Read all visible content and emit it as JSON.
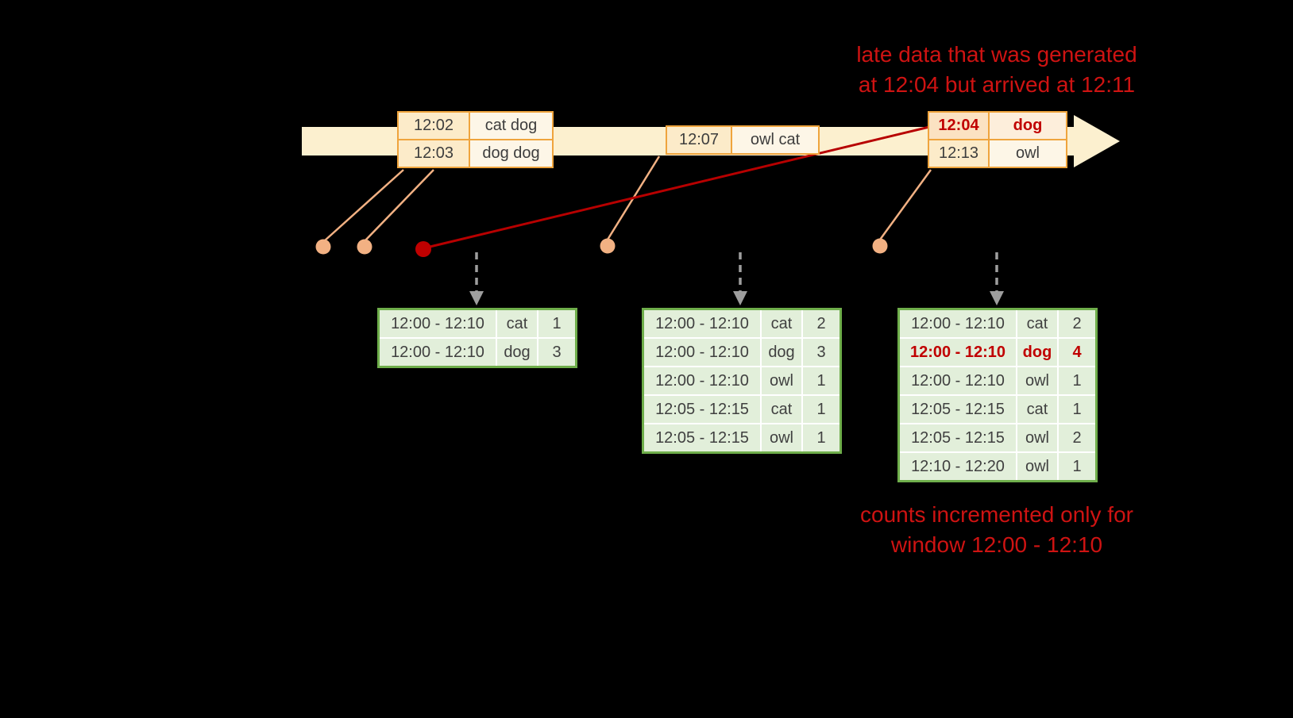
{
  "colors": {
    "background": "#000000",
    "timeline_fill": "#fcf0cf",
    "event_border": "#efa43d",
    "event_time_bg": "#fcebc9",
    "event_word_bg": "#fdf6e7",
    "event_dot": "#f2b183",
    "late_red": "#c00000",
    "annotation_red": "#ce1312",
    "result_border": "#6fae4b",
    "result_cell_bg": "#e2efda",
    "result_text": "#404040",
    "trigger_arrow_gray": "#9e9e9e"
  },
  "annotations": {
    "late_note": {
      "line1": "late data that was generated",
      "line2": "at 12:04 but arrived at 12:11"
    },
    "counts_note": {
      "line1": "counts incremented only for",
      "line2": "window 12:00 - 12:10"
    }
  },
  "event_boxes": {
    "box1": {
      "rows": [
        {
          "time": "12:02",
          "words": "cat dog"
        },
        {
          "time": "12:03",
          "words": "dog dog"
        }
      ]
    },
    "box2": {
      "rows": [
        {
          "time": "12:07",
          "words": "owl cat"
        }
      ]
    },
    "box3": {
      "rows": [
        {
          "time": "12:04",
          "words": "dog"
        },
        {
          "time": "12:13",
          "words": "owl"
        }
      ]
    }
  },
  "result_tables": [
    {
      "rows": [
        {
          "window": "12:00 - 12:10",
          "word": "cat",
          "count": "1"
        },
        {
          "window": "12:00 - 12:10",
          "word": "dog",
          "count": "3"
        }
      ]
    },
    {
      "rows": [
        {
          "window": "12:00 - 12:10",
          "word": "cat",
          "count": "2"
        },
        {
          "window": "12:00 - 12:10",
          "word": "dog",
          "count": "3"
        },
        {
          "window": "12:00 - 12:10",
          "word": "owl",
          "count": "1"
        },
        {
          "window": "12:05 - 12:15",
          "word": "cat",
          "count": "1"
        },
        {
          "window": "12:05 - 12:15",
          "word": "owl",
          "count": "1"
        }
      ]
    },
    {
      "rows": [
        {
          "window": "12:00 - 12:10",
          "word": "cat",
          "count": "2"
        },
        {
          "window": "12:00 - 12:10",
          "word": "dog",
          "count": "4"
        },
        {
          "window": "12:00 - 12:10",
          "word": "owl",
          "count": "1"
        },
        {
          "window": "12:05 - 12:15",
          "word": "cat",
          "count": "1"
        },
        {
          "window": "12:05 - 12:15",
          "word": "owl",
          "count": "2"
        },
        {
          "window": "12:10 - 12:20",
          "word": "owl",
          "count": "1"
        }
      ]
    }
  ]
}
